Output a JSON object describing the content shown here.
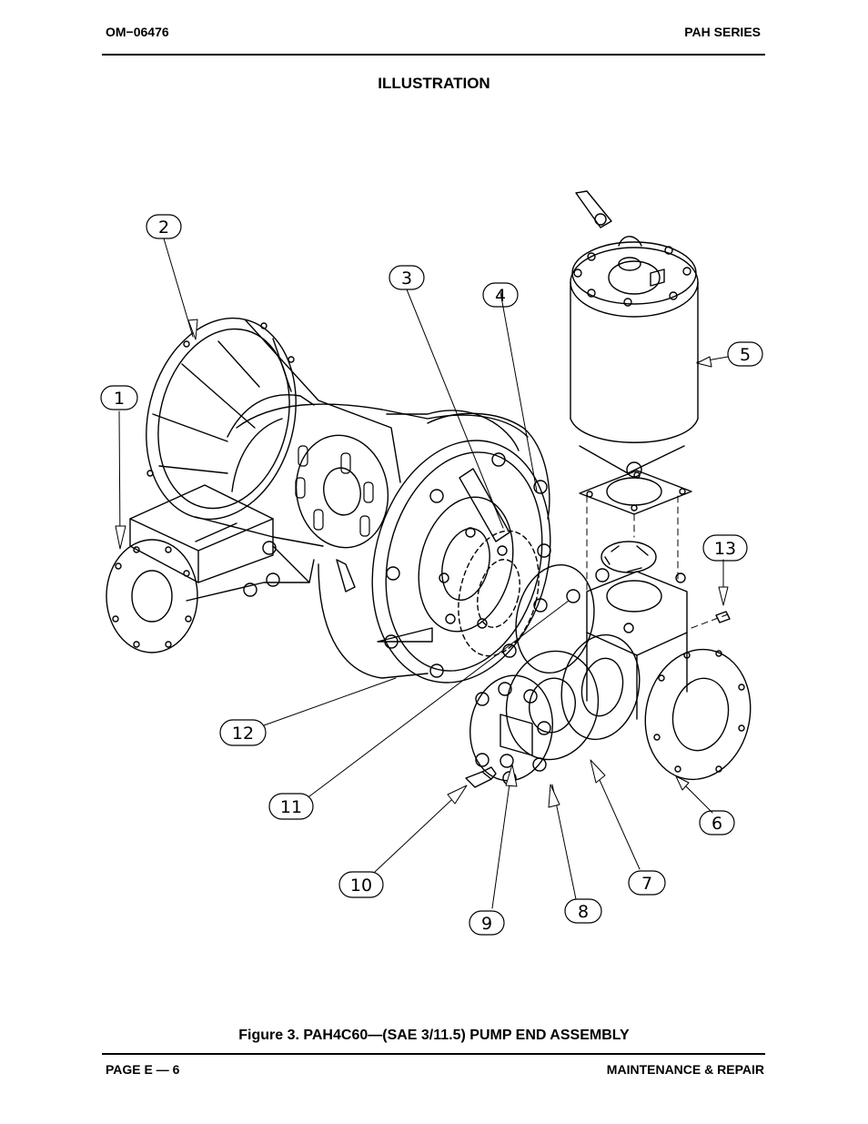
{
  "header": {
    "doc_number": "OM−06476",
    "series": "PAH SERIES"
  },
  "section_title": "ILLUSTRATION",
  "figure": {
    "caption": "Figure 3. PAH4C60—(SAE 3/11.5) PUMP END ASSEMBLY",
    "callouts": [
      "1",
      "2",
      "3",
      "4",
      "5",
      "6",
      "7",
      "8",
      "9",
      "10",
      "11",
      "12",
      "13"
    ]
  },
  "footer": {
    "page": "PAGE E — 6",
    "section": "MAINTENANCE & REPAIR"
  }
}
